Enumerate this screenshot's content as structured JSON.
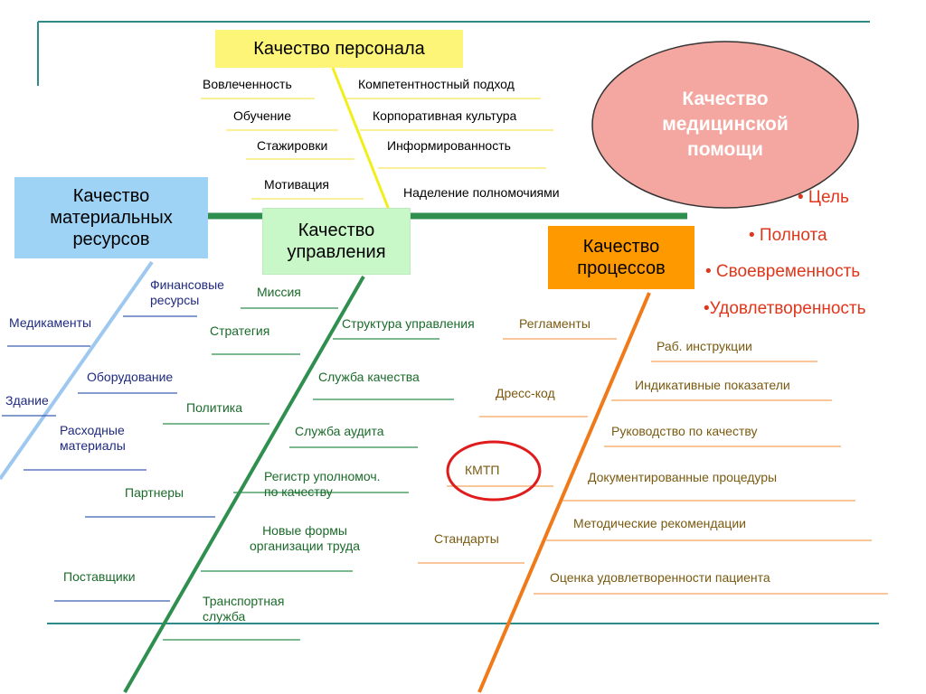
{
  "head": {
    "title": "Качество медицинской помощи",
    "lines": [
      "Качество",
      "медицинской",
      "помощи"
    ]
  },
  "goals": [
    "• Цель",
    "• Полнота",
    "• Своевременность",
    "•Удовлетворенность"
  ],
  "categories": {
    "personnel": {
      "title": "Качество персонала"
    },
    "materials": {
      "lines": [
        "Качество",
        "материальных",
        "ресурсов"
      ]
    },
    "management": {
      "lines": [
        "Качество",
        "управления"
      ]
    },
    "processes": {
      "lines": [
        "Качество",
        "процессов"
      ]
    }
  },
  "personnel_factors": {
    "involvement": "Вовлеченность",
    "competence": "Компетентностный подход",
    "training": "Обучение",
    "culture": "Корпоративная культура",
    "internships": "Стажировки",
    "awareness": "Информированность",
    "motivation": "Мотивация",
    "empowerment": "Наделение  полномочиями"
  },
  "material_factors": {
    "finance": [
      "Финансовые",
      "ресурсы"
    ],
    "medicines": "Медикаменты",
    "equipment": "Оборудование",
    "building": "Здание",
    "consumables": [
      "Расходные",
      "материалы"
    ],
    "partners": "Партнеры",
    "suppliers": "Поставщики"
  },
  "management_factors": {
    "mission": "Миссия",
    "strategy": "Стратегия",
    "structure": "Структура управления",
    "policy": "Политика",
    "quality_service": "Служба качества",
    "audit_service": "Служба аудита",
    "register": [
      "Регистр уполномоч.",
      "по качеству"
    ],
    "new_forms": [
      "Новые формы",
      "организации труда"
    ],
    "transport": [
      "Транспортная",
      "служба"
    ]
  },
  "process_factors": {
    "regulations": "Регламенты",
    "instructions": "Раб. инструкции",
    "dress_code": "Дресс-код",
    "indicators": "Индикативные показатели",
    "quality_manual": "Руководство по качеству",
    "kmtp": "КМТП",
    "procedures": "Документированные процедуры",
    "recommendations": "Методические рекомендации",
    "standards": "Стандарты",
    "satisfaction": "Оценка удовлетворенности пациента"
  },
  "colors": {
    "frame": "#2e8b8b",
    "spine": "#2f8f4f",
    "personnel_bone": "#f2ee1a",
    "materials_bone": "#9ec8f0",
    "management_bone": "#2f8f4f",
    "process_bone": "#f07a1a",
    "personnel_box": "#fdf577",
    "materials_box": "#9fd3f5",
    "management_box": "#c8f7c8",
    "process_box": "#ff9900",
    "head_ellipse": "#f4a7a0",
    "kmtp_circle": "#e01b1b",
    "goal_text": "#e0361b"
  }
}
